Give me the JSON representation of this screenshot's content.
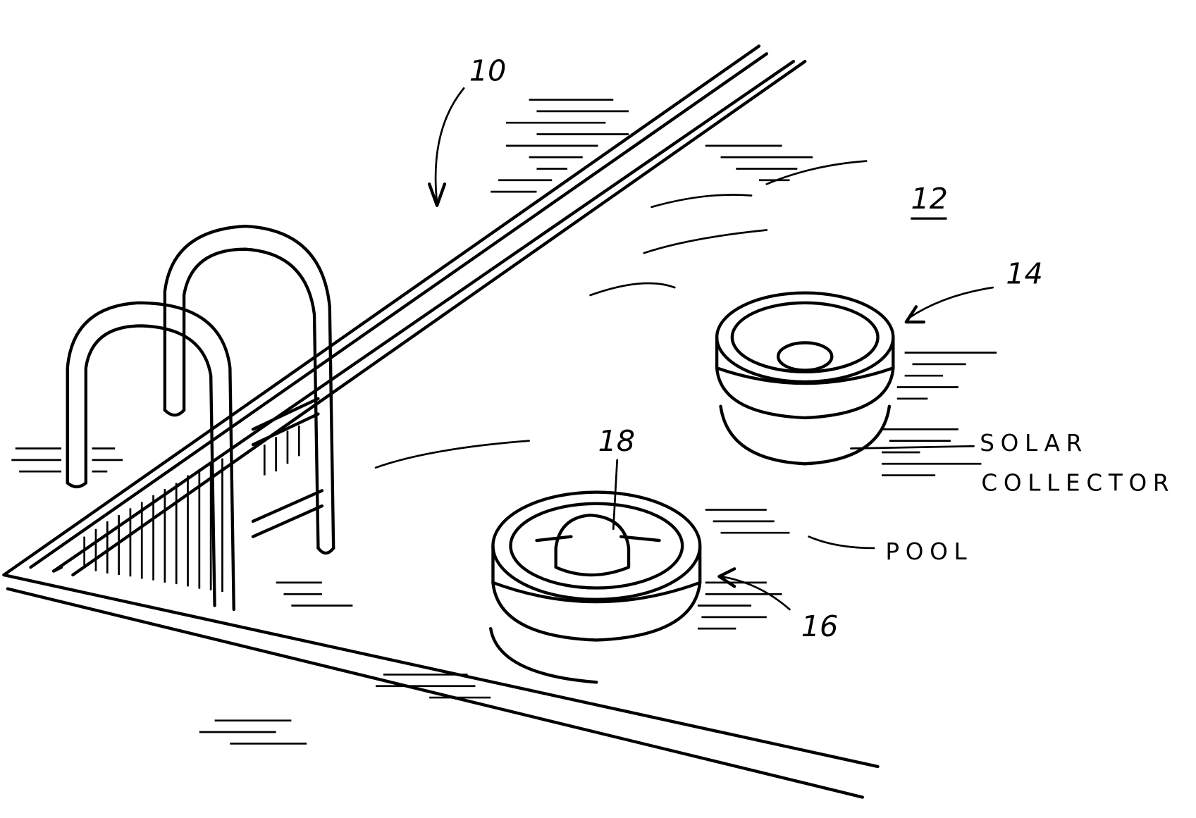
{
  "figure": {
    "labels": {
      "ref_10": "10",
      "ref_12": "12",
      "ref_14": "14",
      "ref_16": "16",
      "ref_18": "18"
    },
    "annotations": {
      "solar_line1": "SOLAR",
      "solar_line2": "COLLECTOR",
      "pool": "POOL"
    }
  }
}
